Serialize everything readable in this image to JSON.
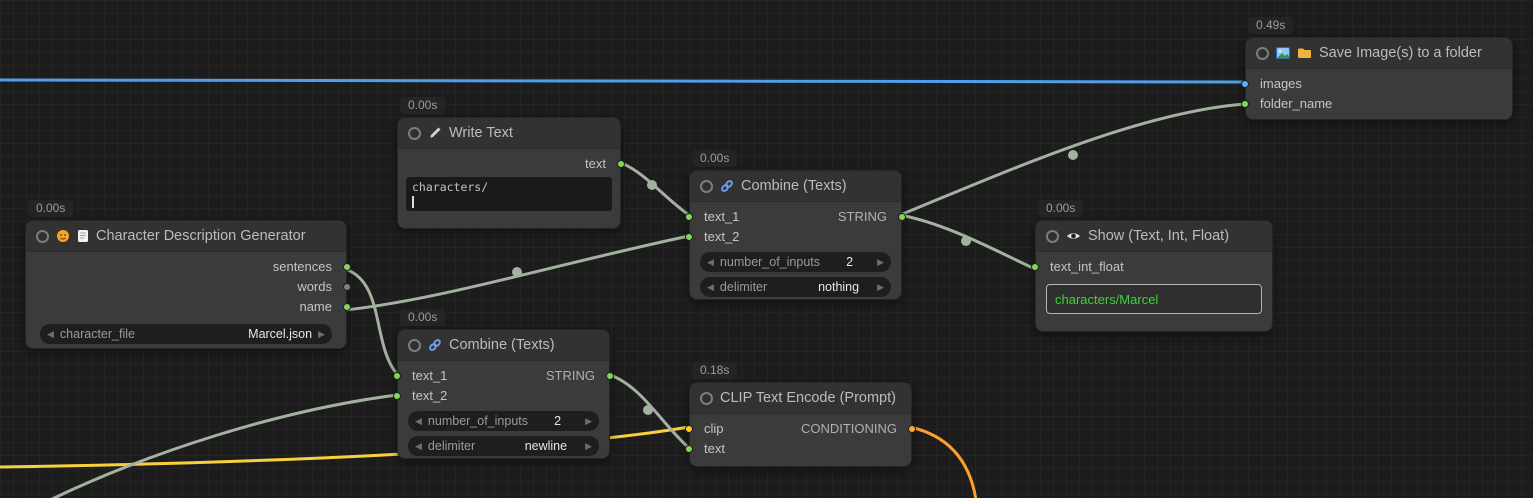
{
  "ui": {
    "arrow_left": "◀",
    "arrow_right": "▶"
  },
  "colors": {
    "wire_default": "#a3b1a0",
    "wire_image": "#4f9eea",
    "wire_clip": "#f7d13d",
    "wire_conditioning": "#ff9e2a",
    "slot_string": "#7ed957",
    "slot_unconnected": "#808080",
    "slot_image": "#5caeff",
    "slot_clip": "#ffd21f",
    "slot_conditioning": "#ffa931",
    "display_text": "#3fd13f"
  },
  "nodes": {
    "cdg": {
      "timer": "0.00s",
      "title": "Character Description Generator",
      "outputs": [
        {
          "label": "sentences"
        },
        {
          "label": "words"
        },
        {
          "label": "name"
        }
      ],
      "widget": {
        "label": "character_file",
        "value": "Marcel.json"
      }
    },
    "write_text": {
      "timer": "0.00s",
      "title": "Write Text",
      "output": "text",
      "text_value": "characters/"
    },
    "combine_top": {
      "timer": "0.00s",
      "title": "Combine (Texts)",
      "inputs": [
        {
          "label": "text_1"
        },
        {
          "label": "text_2"
        }
      ],
      "output": "STRING",
      "widgets": [
        {
          "label": "number_of_inputs",
          "value": "2"
        },
        {
          "label": "delimiter",
          "value": "nothing"
        }
      ]
    },
    "combine_bottom": {
      "timer": "0.00s",
      "title": "Combine (Texts)",
      "inputs": [
        {
          "label": "text_1"
        },
        {
          "label": "text_2"
        }
      ],
      "output": "STRING",
      "widgets": [
        {
          "label": "number_of_inputs",
          "value": "2"
        },
        {
          "label": "delimiter",
          "value": "newline"
        }
      ]
    },
    "show_text": {
      "timer": "0.00s",
      "title": "Show (Text, Int, Float)",
      "input": "text_int_float",
      "display_value": "characters/Marcel"
    },
    "clip_encode": {
      "timer": "0.18s",
      "title": "CLIP Text Encode (Prompt)",
      "inputs": [
        {
          "label": "clip"
        },
        {
          "label": "text"
        }
      ],
      "output": "CONDITIONING"
    },
    "save_image": {
      "timer": "0.49s",
      "title": "Save Image(s) to a folder",
      "inputs": [
        {
          "label": "images"
        },
        {
          "label": "folder_name"
        }
      ]
    }
  }
}
